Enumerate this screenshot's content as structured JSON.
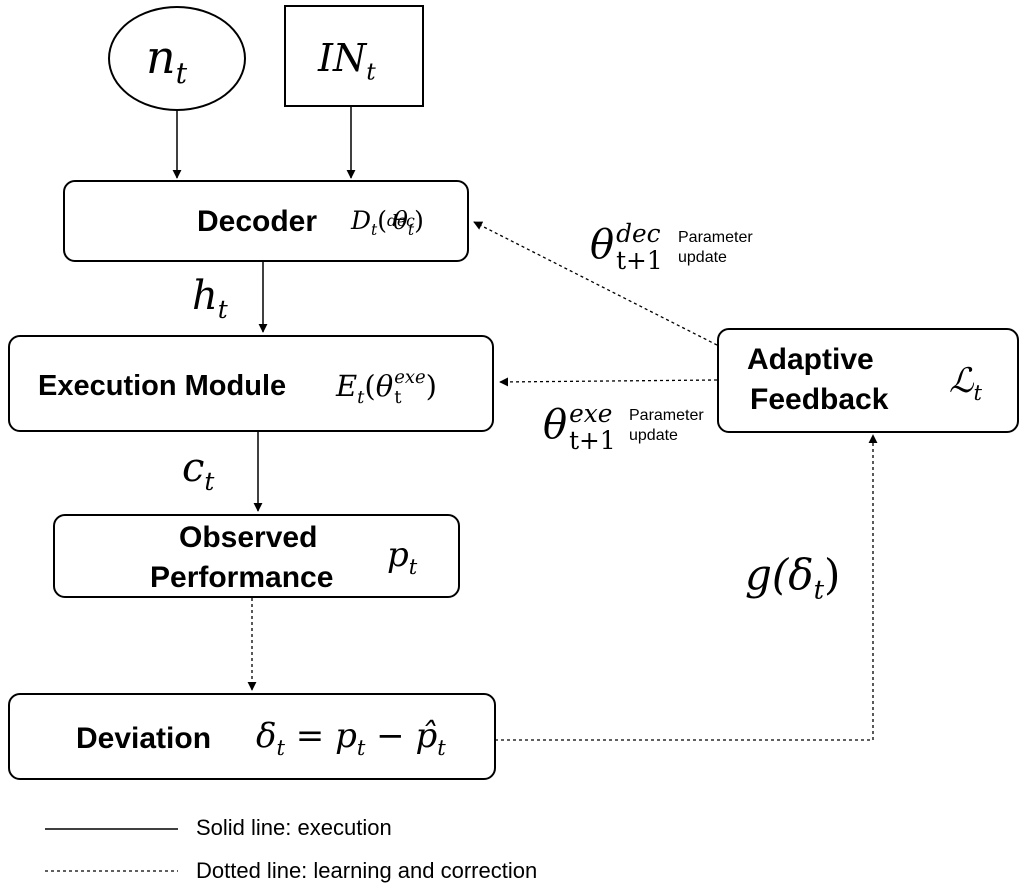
{
  "nodes": {
    "n_t": {
      "base": "n",
      "sub": "t"
    },
    "in_t": {
      "base": "IN",
      "sub": "t"
    },
    "decoder": {
      "label": "Decoder",
      "math_base": "D",
      "math_sub": "t",
      "param": "θ",
      "param_sub": "t",
      "param_sup": "dec"
    },
    "execution": {
      "label": "Execution Module",
      "math_base": "E",
      "math_sub": "t",
      "param": "θ",
      "param_sub": "t",
      "param_sup": "exe"
    },
    "observed": {
      "label_line1": "Observed",
      "label_line2": "Performance",
      "math_base": "p",
      "math_sub": "t"
    },
    "deviation": {
      "label": "Deviation",
      "lhs": "δ",
      "lhs_sub": "t",
      "rhs1": "p",
      "rhs1_sub": "t",
      "rhs2": "p̂",
      "rhs2_sub": "t"
    },
    "feedback": {
      "label_line1": "Adaptive",
      "label_line2": "Feedback",
      "math_base": "ℒ",
      "math_sub": "t"
    }
  },
  "edge_labels": {
    "h_t": {
      "base": "h",
      "sub": "t"
    },
    "c_t": {
      "base": "c",
      "sub": "t"
    },
    "g_delta": {
      "func": "g(",
      "arg": "δ",
      "arg_sub": "t",
      "close": ")"
    },
    "theta_dec_update": {
      "base": "θ",
      "sup": "dec",
      "sub": "t+1",
      "note_line1": "Parameter",
      "note_line2": "update"
    },
    "theta_exe_update": {
      "base": "θ",
      "sup": "exe",
      "sub": "t+1",
      "note_line1": "Parameter",
      "note_line2": "update"
    }
  },
  "legend": {
    "solid": "Solid line: execution",
    "dotted": "Dotted line: learning and correction"
  }
}
